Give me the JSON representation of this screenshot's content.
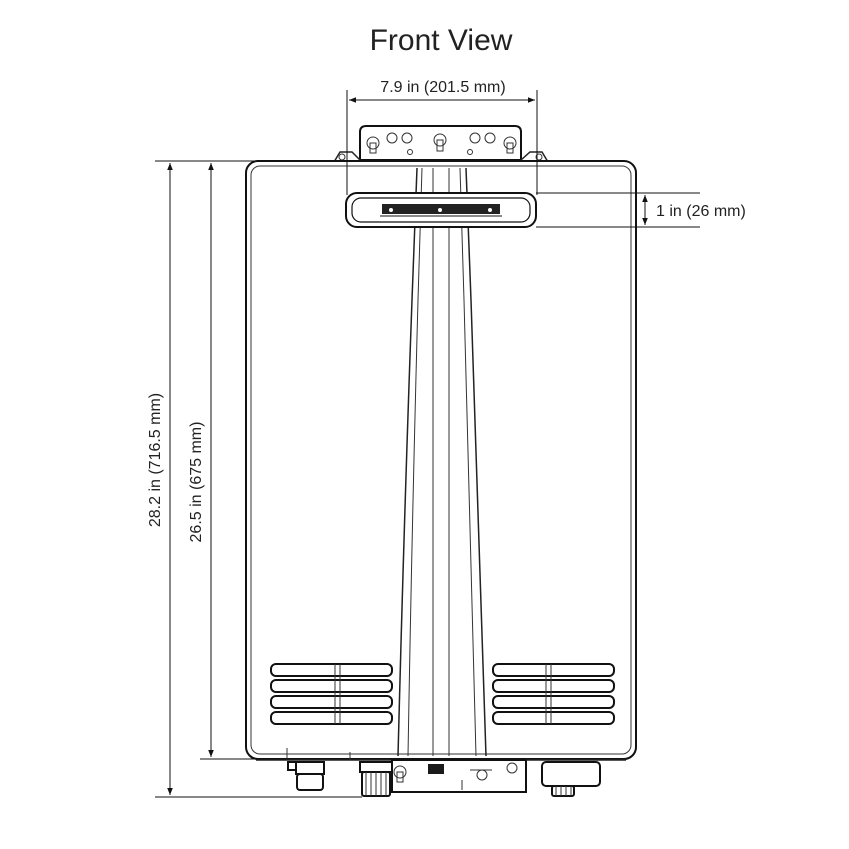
{
  "title": "Front View",
  "dimensions": {
    "width_top_bracket": "7.9 in (201.5 mm)",
    "vent_height": "1 in (26 mm)",
    "overall_height": "28.2 in (716.5 mm)",
    "body_height": "26.5 in (675 mm)"
  },
  "colors": {
    "line": "#111111",
    "background": "#ffffff"
  }
}
